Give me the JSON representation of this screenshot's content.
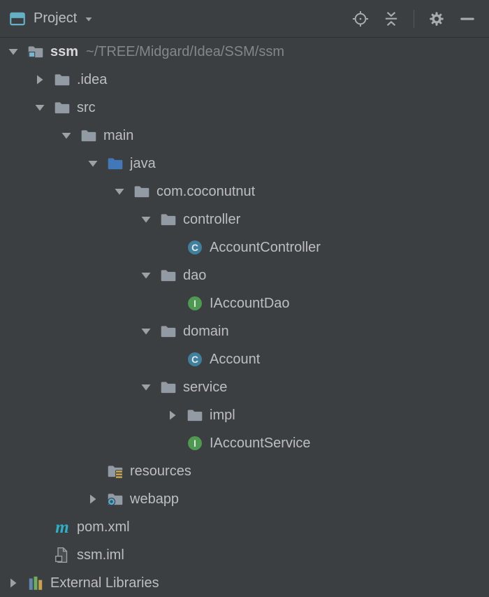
{
  "header": {
    "title": "Project",
    "buttons": [
      {
        "name": "select-opened-file-button",
        "icon": "crosshair-icon"
      },
      {
        "name": "collapse-all-button",
        "icon": "collapse-all-icon"
      },
      {
        "name": "toolbar-separator",
        "icon": "separator"
      },
      {
        "name": "settings-button",
        "icon": "gear-icon"
      },
      {
        "name": "hide-button",
        "icon": "minus-icon"
      }
    ]
  },
  "colors": {
    "background": "#3c3f41",
    "header_border": "#2e3032",
    "text": "#bcbfc1",
    "module_text": "#d6d8d9",
    "path_text": "#83878a",
    "chevron": "#9da1a4",
    "folder": "#929ba4",
    "source_folder": "#4378b8",
    "module_badge": "#72b7cd",
    "resources_badge": "#d2a94c",
    "web_badge": "#57aed0",
    "web_badge_center": "#2c5a6b",
    "class_icon": "#41809d",
    "interface_icon": "#4f9a51",
    "icon_letter": "#e3e9ec",
    "maven": "#2cb1c9",
    "toolbar_icon": "#a9acae",
    "active_tool_icon": "#64b1c7",
    "library_blue": "#5f87b0",
    "library_green": "#6fae5f",
    "library_yellow": "#c7a24a",
    "file_fill": "#4a4e50",
    "file_stroke": "#9aa1a7",
    "file_badge": "#313537"
  },
  "tree": {
    "items": [
      {
        "label": "ssm",
        "level": 0,
        "chevron": "expanded",
        "icon": "module-folder",
        "bold": true,
        "path_suffix": "~/TREE/Midgard/Idea/SSM/ssm"
      },
      {
        "label": ".idea",
        "level": 1,
        "chevron": "collapsed",
        "icon": "folder"
      },
      {
        "label": "src",
        "level": 1,
        "chevron": "expanded",
        "icon": "folder"
      },
      {
        "label": "main",
        "level": 2,
        "chevron": "expanded",
        "icon": "folder"
      },
      {
        "label": "java",
        "level": 3,
        "chevron": "expanded",
        "icon": "source-folder"
      },
      {
        "label": "com.coconutnut",
        "level": 4,
        "chevron": "expanded",
        "icon": "package"
      },
      {
        "label": "controller",
        "level": 5,
        "chevron": "expanded",
        "icon": "package"
      },
      {
        "label": "AccountController",
        "level": 6,
        "chevron": "none",
        "icon": "class"
      },
      {
        "label": "dao",
        "level": 5,
        "chevron": "expanded",
        "icon": "package"
      },
      {
        "label": "IAccountDao",
        "level": 6,
        "chevron": "none",
        "icon": "interface"
      },
      {
        "label": "domain",
        "level": 5,
        "chevron": "expanded",
        "icon": "package"
      },
      {
        "label": "Account",
        "level": 6,
        "chevron": "none",
        "icon": "class"
      },
      {
        "label": "service",
        "level": 5,
        "chevron": "expanded",
        "icon": "package"
      },
      {
        "label": "impl",
        "level": 6,
        "chevron": "collapsed",
        "icon": "package"
      },
      {
        "label": "IAccountService",
        "level": 6,
        "chevron": "none",
        "icon": "interface"
      },
      {
        "label": "resources",
        "level": 3,
        "chevron": "none",
        "icon": "resources-folder"
      },
      {
        "label": "webapp",
        "level": 3,
        "chevron": "collapsed",
        "icon": "web-folder"
      },
      {
        "label": "pom.xml",
        "level": 1,
        "chevron": "none",
        "icon": "maven"
      },
      {
        "label": "ssm.iml",
        "level": 1,
        "chevron": "none",
        "icon": "iml-file"
      },
      {
        "label": "External Libraries",
        "level": 0,
        "chevron": "collapsed",
        "icon": "libraries"
      }
    ]
  }
}
